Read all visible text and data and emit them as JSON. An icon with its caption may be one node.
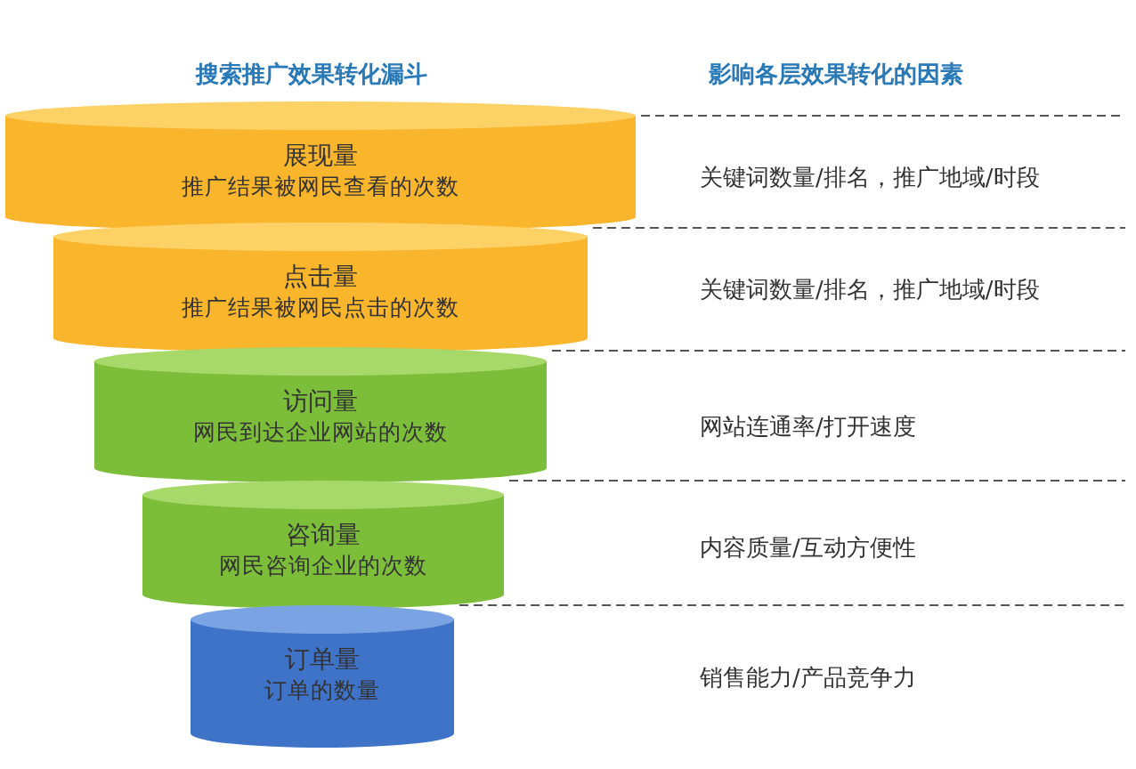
{
  "diagram": {
    "title": "搜索推广效果转化漏斗",
    "nodes": [
      {
        "text": [
          "展现量",
          "推广结果被网民查看的次数"
        ]
      },
      {
        "text": [
          "点击量",
          "推广结果被网民点击的次数"
        ]
      },
      {
        "text": [
          "访问量",
          "网民到达企业网站的次数"
        ]
      },
      {
        "text": [
          "咨询量",
          "网民咨询企业的次数"
        ]
      },
      {
        "text": [
          "订单量",
          "订单的数量"
        ]
      }
    ],
    "labels": [
      "影响各层效果转化的因素",
      "关键词数量/排名，推广地域/时段",
      "关键词数量/排名，推广地域/时段",
      "网站连通率/打开速度",
      "内容质量/互动方便性",
      "销售能力/产品竞争力"
    ]
  }
}
